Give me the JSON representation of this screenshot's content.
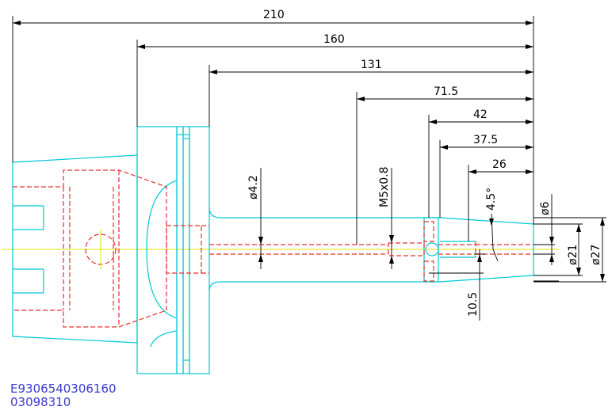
{
  "colors": {
    "outline": "#00c8d8",
    "hidden": "#e83030",
    "centerline": "#e0e000",
    "dimension": "#000000",
    "code": "#3b3bd1"
  },
  "dimensions": {
    "overall_length": "210",
    "length_160": "160",
    "length_131": "131",
    "length_71_5": "71.5",
    "length_42": "42",
    "length_37_5": "37.5",
    "length_26": "26",
    "bore_dia": "ø4.2",
    "thread": "M5x0.8",
    "angle": "4.5°",
    "dia_6": "ø6",
    "dia_21": "ø21",
    "dia_27": "ø27",
    "length_10_5": "10.5"
  },
  "part_codes": {
    "line1": "E9306540306160",
    "line2": "03098310"
  }
}
